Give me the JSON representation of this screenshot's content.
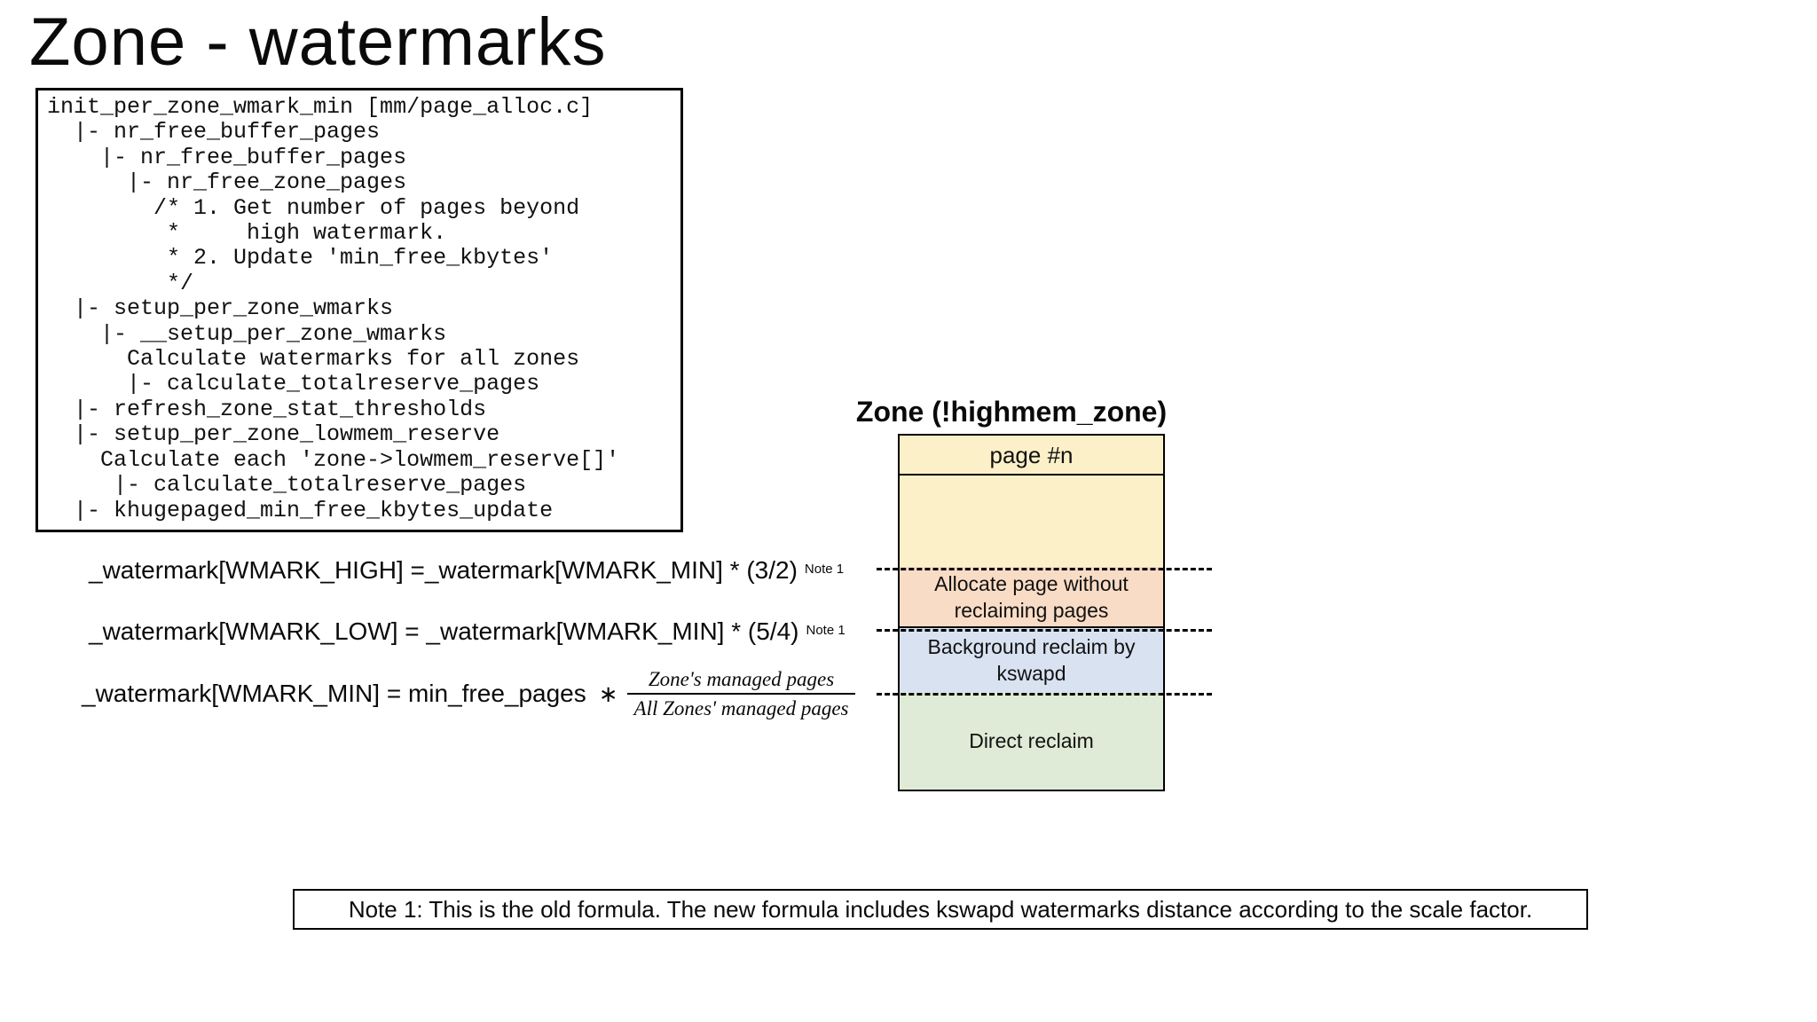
{
  "slide": {
    "title": "Zone - watermarks"
  },
  "code_block": {
    "source_label": "init_per_zone_wmark_min [mm/page_alloc.c]",
    "lines": [
      "init_per_zone_wmark_min [mm/page_alloc.c]",
      "  |- nr_free_buffer_pages",
      "    |- nr_free_buffer_pages",
      "      |- nr_free_zone_pages",
      "        /* 1. Get number of pages beyond",
      "         *     high watermark.",
      "         * 2. Update 'min_free_kbytes'",
      "         */",
      "  |- setup_per_zone_wmarks",
      "    |- __setup_per_zone_wmarks",
      "      Calculate watermarks for all zones",
      "      |- calculate_totalreserve_pages",
      "  |- refresh_zone_stat_thresholds",
      "  |- setup_per_zone_lowmem_reserve",
      "    Calculate each 'zone->lowmem_reserve[]'",
      "     |- calculate_totalreserve_pages",
      "  |- khugepaged_min_free_kbytes_update"
    ]
  },
  "formulas": {
    "high": {
      "text": "_watermark[WMARK_HIGH] =_watermark[WMARK_MIN] * (3/2)",
      "note_ref": "Note 1"
    },
    "low": {
      "text": "_watermark[WMARK_LOW] = _watermark[WMARK_MIN] * (5/4)",
      "note_ref": "Note 1"
    },
    "min": {
      "text": "_watermark[WMARK_MIN] = min_free_pages",
      "operator": "∗",
      "fraction": {
        "numerator": "Zone's managed pages",
        "denominator": "All Zones' managed pages"
      }
    }
  },
  "diagram": {
    "title": "Zone (!highmem_zone)",
    "header": "page #n",
    "sections": [
      {
        "id": "free-pages",
        "label": "",
        "color": "#FCF0C8"
      },
      {
        "id": "alloc-no-reclaim",
        "label": "Allocate page without reclaiming pages",
        "color": "#F9DCC5"
      },
      {
        "id": "kswapd-reclaim",
        "label": "Background reclaim by kswapd",
        "color": "#D9E2F1"
      },
      {
        "id": "direct-reclaim",
        "label": "Direct reclaim",
        "color": "#DFEBD6"
      }
    ],
    "watermark_lines": [
      "WMARK_HIGH",
      "WMARK_LOW",
      "WMARK_MIN"
    ],
    "line_style": "dashed"
  },
  "note": {
    "text": "Note 1: This is the old formula. The new formula includes kswapd watermarks distance according to the scale factor."
  }
}
